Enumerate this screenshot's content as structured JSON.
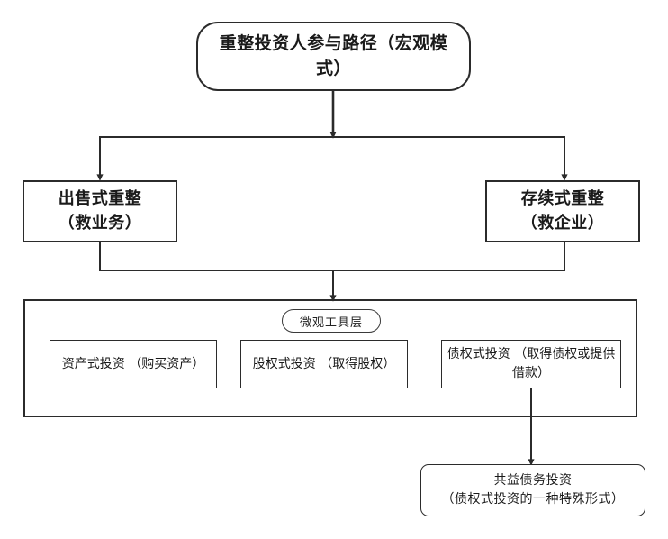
{
  "diagram": {
    "title_node": {
      "label": "重整投资人参与路径（宏观模\n式）",
      "shape": "rounded-rectangle"
    },
    "branches": [
      {
        "id": "sale",
        "label": "出售式重整\n（救业务）"
      },
      {
        "id": "going-concern",
        "label": "存续式重整\n（救企业）"
      }
    ],
    "tool_layer": {
      "pill_label": "微观工具层",
      "tools": [
        {
          "id": "asset",
          "label": "资产式投资\n（购买资产）"
        },
        {
          "id": "equity",
          "label": "股权式投资\n（取得股权）"
        },
        {
          "id": "debt",
          "label": "债权式投资\n（取得债权或提供借款）"
        }
      ]
    },
    "leaf_node": {
      "id": "common-benefit-debt",
      "label": "共益债务投资\n（债权式投资的一种特殊形式）"
    },
    "colors": {
      "stroke": "#2b2b2b",
      "text": "#1a1a1a",
      "background": "#ffffff"
    }
  }
}
